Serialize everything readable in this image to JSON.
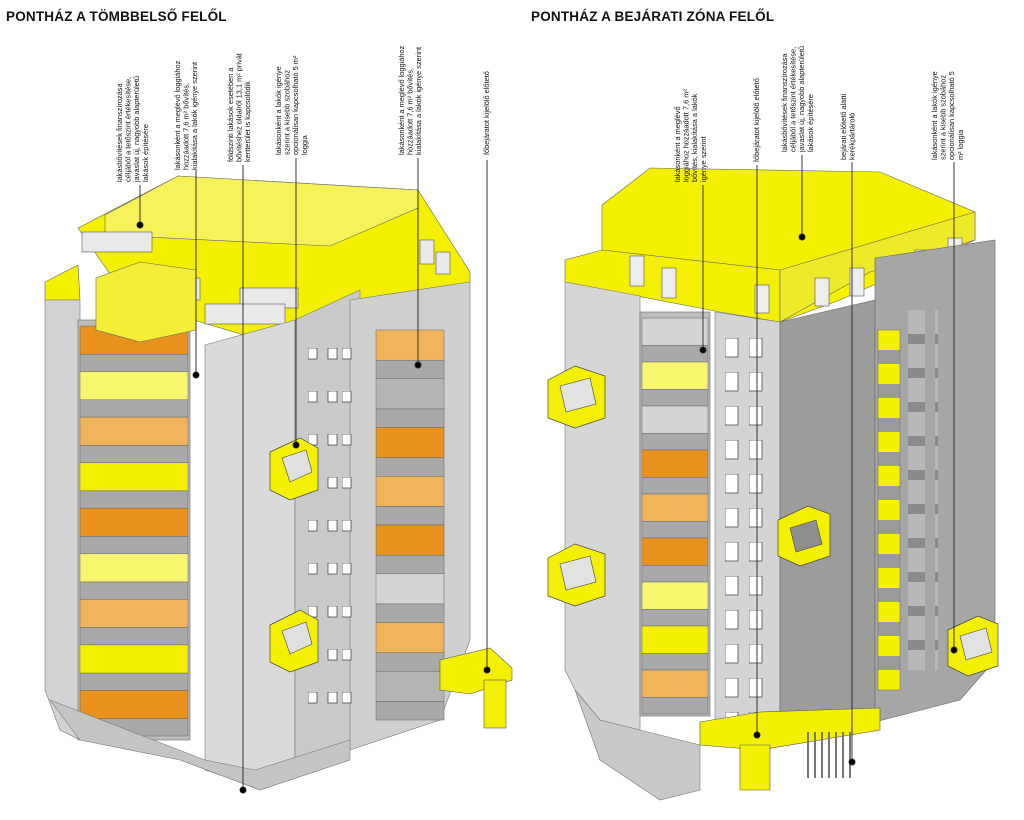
{
  "titles": {
    "left": "PONTHÁZ A TÖMBBELSŐ FELŐL",
    "right": "PONTHÁZ A BEJÁRATI ZÓNA FELŐL"
  },
  "left_annotations": [
    [
      "lakásbővítések finanszírozása",
      "céljából a tetőszint értékesítése,",
      "javaslat új, nagyobb alapterületű",
      "lakások építésére"
    ],
    [
      "lakásonként a meglévő loggiához",
      "hozzáadott 7,6 m² bővítés,",
      "kialakítása a lakók igénye szerint"
    ],
    [
      "földszinti lakások esetében a",
      "bővítéshez oldalról 13,1 m² privát",
      "kertterület is kapcsolódik"
    ],
    [
      "lakásonként a lakók igénye",
      "szerint a kisebb szobához",
      "opcionálisan kapcsolható 5 m²",
      "loggia"
    ],
    [
      "lakásonként a meglévő loggiához",
      "hozzáadott 7,6 m² bővítés,",
      "kialakítása a lakók igénye szerint"
    ],
    [
      "főbejáratot kijelölő előtető"
    ]
  ],
  "right_annotations": [
    [
      "lakásonként a meglévő",
      "loggiához hozzáadott 7,6 m²",
      "bővítés, kialakítása a lakók",
      "igénye szerint"
    ],
    [
      "főbejáratot kijelölő előtető"
    ],
    [
      "lakásbővítések finanszírozása",
      "céljából a tetőszint értékesítése,",
      "javaslat új, nagyobb alapterületű",
      "lakások építésére"
    ],
    [
      "bejárati előtető alatti",
      "kerékpártároló"
    ],
    [
      "lakásonként a lakók igénye",
      "szerint a kisebb szobához",
      "opcionálisan kapcsolható 5",
      "m² loggia"
    ]
  ],
  "colors": {
    "yellow": "#f5f000",
    "yellow_light": "#f8f56e",
    "orange": "#e8921c",
    "orange_light": "#f0b45a",
    "gray_light": "#d4d4d4",
    "gray_mid": "#b5b5b5",
    "gray_dark": "#8e8e8e"
  }
}
